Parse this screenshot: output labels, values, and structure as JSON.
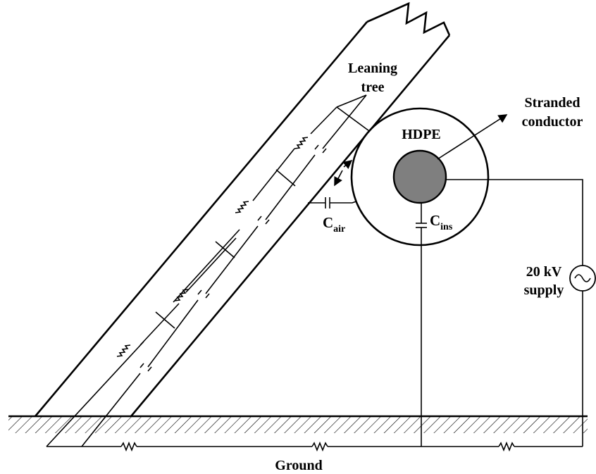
{
  "labels": {
    "tree_line1": "Leaning",
    "tree_line2": "tree",
    "conductor_line1": "Stranded",
    "conductor_line2": "conductor",
    "insulation": "HDPE",
    "c_air_main": "C",
    "c_air_sub": "air",
    "c_ins_main": "C",
    "c_ins_sub": "ins",
    "supply_line1": "20 kV",
    "supply_line2": "supply",
    "ground": "Ground"
  },
  "colors": {
    "line": "#000000",
    "conductor_fill": "#7f7f7f",
    "background": "#ffffff"
  }
}
